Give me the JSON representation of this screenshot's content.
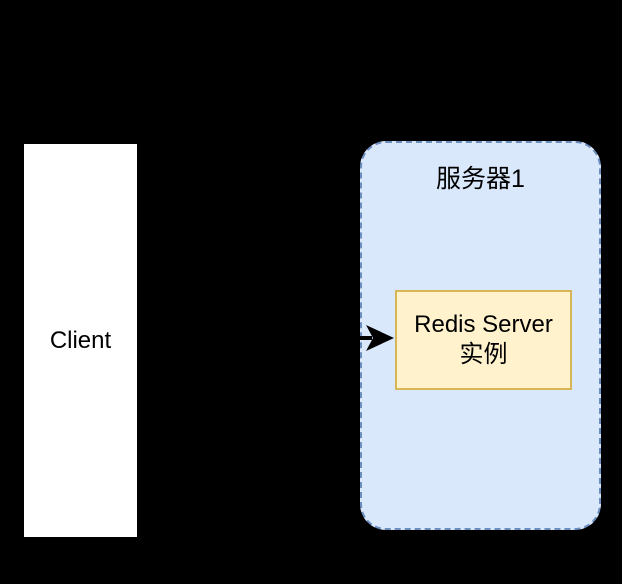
{
  "diagram": {
    "background_color": "#000000",
    "client": {
      "label": "Client",
      "fill": "#ffffff",
      "border_color": "#000000",
      "text_color": "#000000"
    },
    "server": {
      "label": "服务器1",
      "fill": "#dae8fc",
      "border_color": "#6c8ebf",
      "text_color": "#000000"
    },
    "redis": {
      "label_line1": "Redis Server",
      "label_line2": "实例",
      "fill": "#fff2cc",
      "border_color": "#d6b656",
      "text_color": "#000000"
    },
    "arrow": {
      "color": "#000000"
    }
  }
}
